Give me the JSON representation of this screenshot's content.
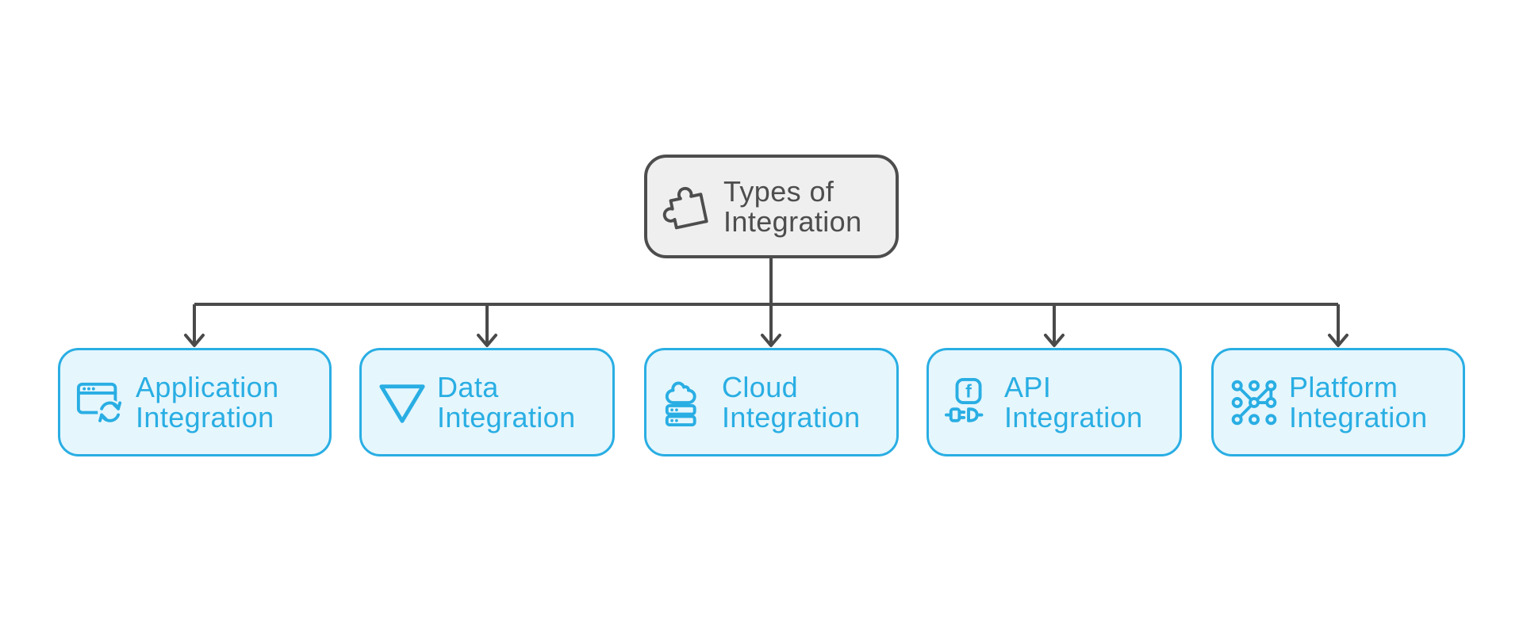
{
  "colors": {
    "accent": "#29AEE3",
    "node_fill": "#E5F6FD",
    "root_fill": "#EFEFEF",
    "root_stroke": "#4D4D4D",
    "connector": "#4A4A4A",
    "background": "#FFFFFF"
  },
  "root": {
    "icon": "puzzle-icon",
    "line1": "Types of",
    "line2": "Integration"
  },
  "children": [
    {
      "icon": "app-window-sync-icon",
      "line1": "Application",
      "line2": "Integration"
    },
    {
      "icon": "funnel-icon",
      "line1": "Data",
      "line2": "Integration"
    },
    {
      "icon": "cloud-server-icon",
      "line1": "Cloud",
      "line2": "Integration"
    },
    {
      "icon": "function-plug-icon",
      "line1": "API",
      "line2": "Integration"
    },
    {
      "icon": "network-nodes-icon",
      "line1": "Platform",
      "line2": "Integration"
    }
  ]
}
